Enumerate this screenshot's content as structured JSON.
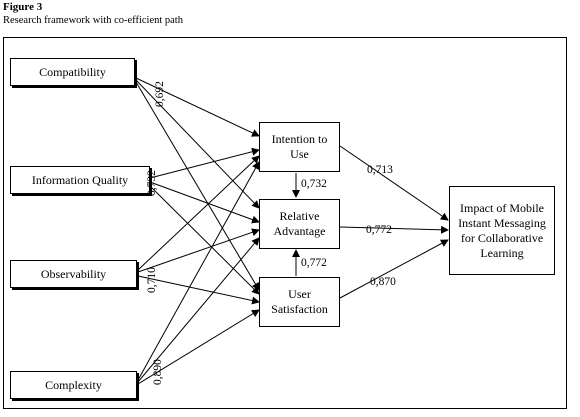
{
  "figure": {
    "label": "Figure 3",
    "caption": "Research framework with co-efficient path"
  },
  "nodes": {
    "compatibility": "Compatibility",
    "information_quality": "Information Quality",
    "observability": "Observability",
    "complexity": "Complexity",
    "intention_line1": "Intention to",
    "intention_line2": "Use",
    "relative_line1": "Relative",
    "relative_line2": "Advantage",
    "satisfaction_line1": "User",
    "satisfaction_line2": "Satisfaction",
    "impact_line1": "Impact of Mobile",
    "impact_line2": "Instant Messaging",
    "impact_line3": "for Collaborative",
    "impact_line4": "Learning"
  },
  "coefficients": {
    "compatibility": "0,692",
    "information_quality": "0,732",
    "observability": "0,710",
    "complexity": "0,890",
    "intention_to_relative": "0,732",
    "satisfaction_to_relative": "0,772",
    "intention_to_impact": "0,713",
    "relative_to_impact": "0,772",
    "satisfaction_to_impact": "0,870"
  }
}
